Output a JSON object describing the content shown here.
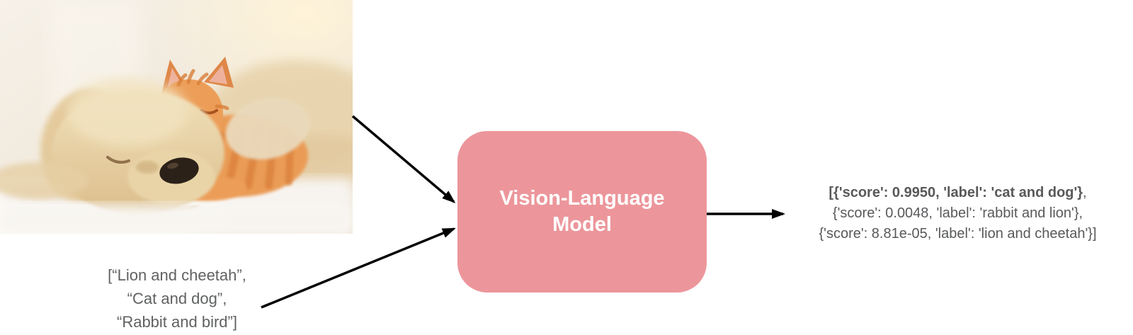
{
  "photo": {
    "name": "puppy-and-kitten-photo",
    "depicts": "sleeping cream puppy with orange tabby kitten on white blanket"
  },
  "input_labels": {
    "line1": "[“Lion and cheetah”,",
    "line2": "“Cat and dog”,",
    "line3": "“Rabbit and bird”]"
  },
  "model": {
    "label": "Vision-Language Model"
  },
  "output": {
    "line1_bold": "[{'score': 0.9950, 'label': 'cat and dog'}",
    "line1_tail": ",",
    "line2": "{'score': 0.0048, 'label': 'rabbit and lion'},",
    "line3": "{'score': 8.81e-05, 'label': 'lion and cheetah'}]"
  },
  "colors": {
    "model_box": "#EC969B",
    "model_label_text": "#FFFFFF",
    "input_text_gray": "#606162",
    "output_text_gray": "#58595B",
    "arrow": "#000000"
  }
}
